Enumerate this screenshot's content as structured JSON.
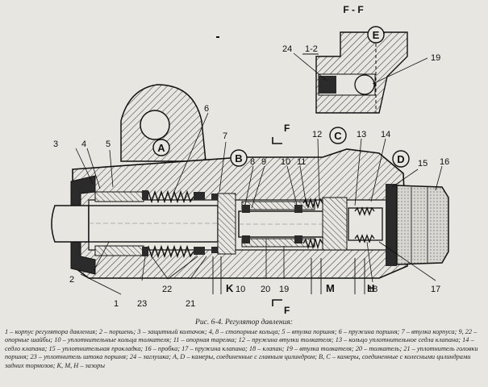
{
  "figure": {
    "section_label": "F - F",
    "section_marker": "F",
    "part_numbers": [
      "1",
      "2",
      "3",
      "4",
      "5",
      "6",
      "7",
      "8",
      "9",
      "10",
      "11",
      "12",
      "13",
      "14",
      "15",
      "16",
      "17",
      "18",
      "19",
      "20",
      "21",
      "22",
      "23",
      "24"
    ],
    "chambers": [
      "A",
      "B",
      "C",
      "D",
      "E"
    ],
    "gaps": [
      "K",
      "M",
      "H"
    ],
    "dimension": "1-2"
  },
  "caption": {
    "title": "Рис. 6-4. Регулятор давления:",
    "body": "1 – корпус регулятора давления; 2 – поршень; 3 – защитный колпачок; 4, 8 – стопорные кольца; 5 – втулка поршня; 6 – пружина поршня; 7 – втулка корпуса; 9, 22 – опорные шайбы; 10 – уплотнительные кольца толкателя; 11 – опорная тарелка; 12 – пружина втулки толкателя; 13 – кольцо уплотнительное седла клапана; 14 – седло клапана; 15 – уплотнительная прокладка; 16 – пробка; 17 – пружина клапана; 18 – клапан; 19 – втулка толкателя; 20 – толкатель; 21 – уплотнитель головки поршня; 23 – уплотнитель штока поршня; 24 – заглушка; A, D – камеры, соединенные с главным цилиндром; B, C – камеры, соединенные с колесными цилиндрами задних тормозов; K, M, H – зазоры"
  },
  "colors": {
    "background": "#e8e6e1",
    "ink": "#1a1a1a",
    "seal": "#2b2b2b",
    "hatch": "#3a3a3a"
  }
}
